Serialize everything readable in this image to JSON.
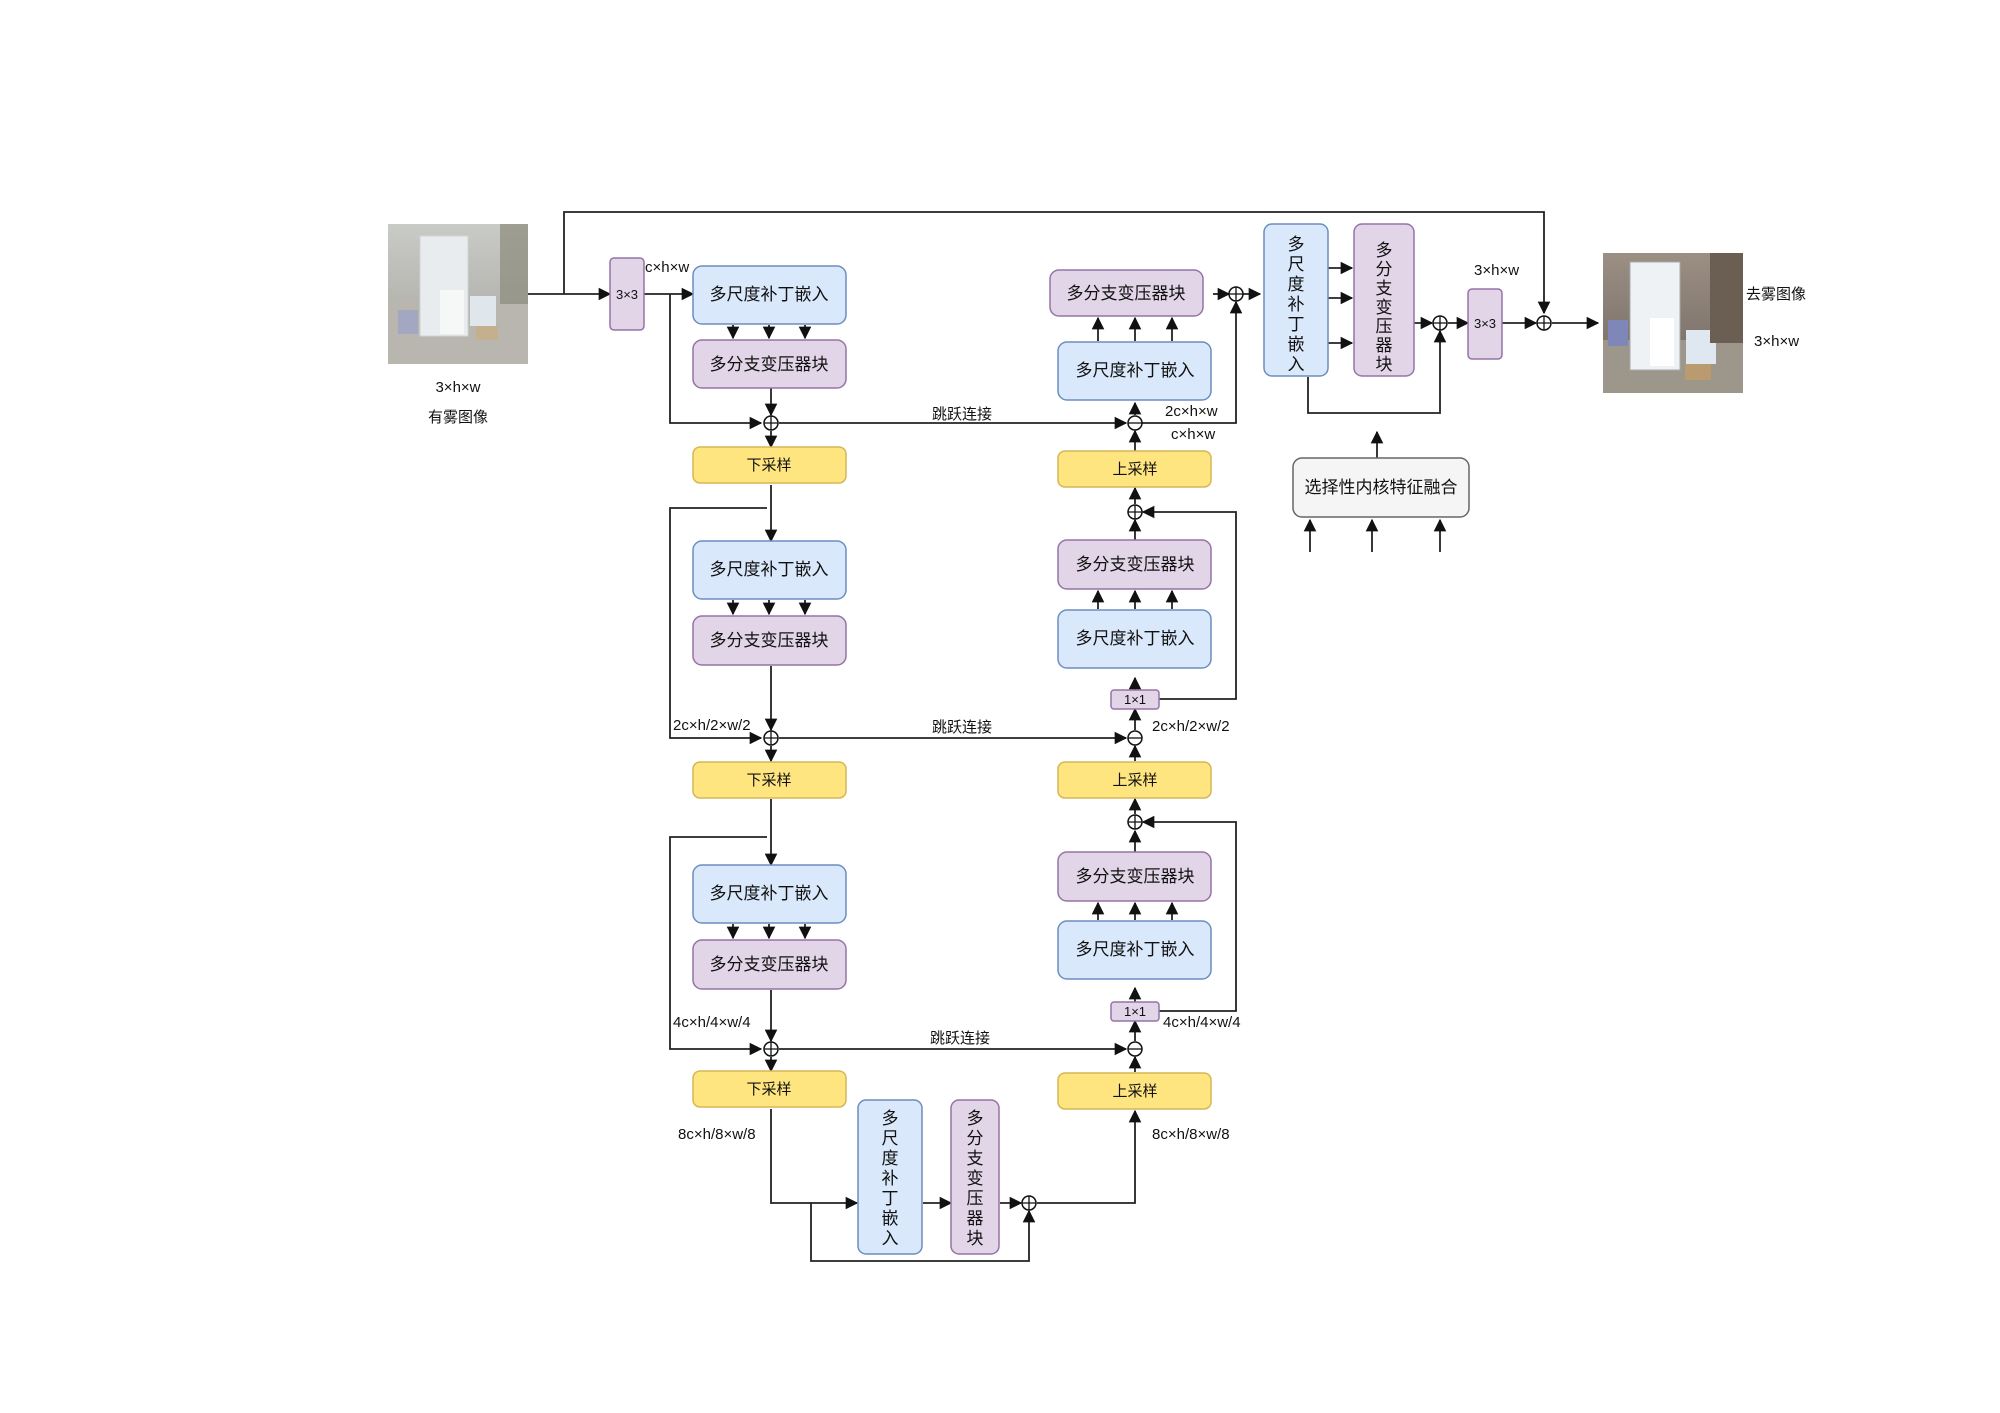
{
  "input": {
    "size": "3×h×w",
    "caption": "有雾图像"
  },
  "output": {
    "caption": "去雾图像",
    "size": "3×h×w"
  },
  "blocks": {
    "mspe": "多尺度补丁嵌入",
    "mbt": "多分支变压器块",
    "down": "下采样",
    "up": "上采样",
    "conv3": "3×3",
    "conv1": "1×1",
    "skip": "跳跃连接",
    "skfusion": "选择性内核特征融合"
  },
  "dims": {
    "c": "c×h×w",
    "c2": "2c×h×w",
    "l2": "2c×h/2×w/2",
    "l3": "4c×h/4×w/4",
    "l4": "8c×h/8×w/8",
    "out": "3×h×w"
  },
  "colors": {
    "mspe_fill": "#dae8fc",
    "mspe_stroke": "#6c8ebf",
    "mbt_fill": "#e1d5e7",
    "mbt_stroke": "#9673a6",
    "samp_fill": "#ffe57f",
    "samp_stroke": "#d6b656",
    "fusion_fill": "#f5f5f5",
    "fusion_stroke": "#666666"
  }
}
